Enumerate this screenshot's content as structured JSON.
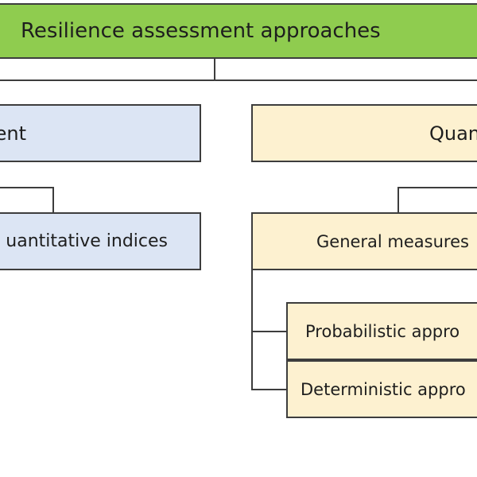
{
  "diagram": {
    "title": "Resilience assessment approaches",
    "qualitative": {
      "label": "ent",
      "child": "uantitative indices"
    },
    "quantitative": {
      "label": "Quan",
      "child": "General measures",
      "subchildren": [
        "Probabilistic appro",
        "Deterministic appro"
      ]
    }
  },
  "colors": {
    "title_fill": "#8fcc4f",
    "qualitative_fill": "#dce5f4",
    "quantitative_fill": "#fdf1d0",
    "stroke": "#3d3d3d"
  }
}
